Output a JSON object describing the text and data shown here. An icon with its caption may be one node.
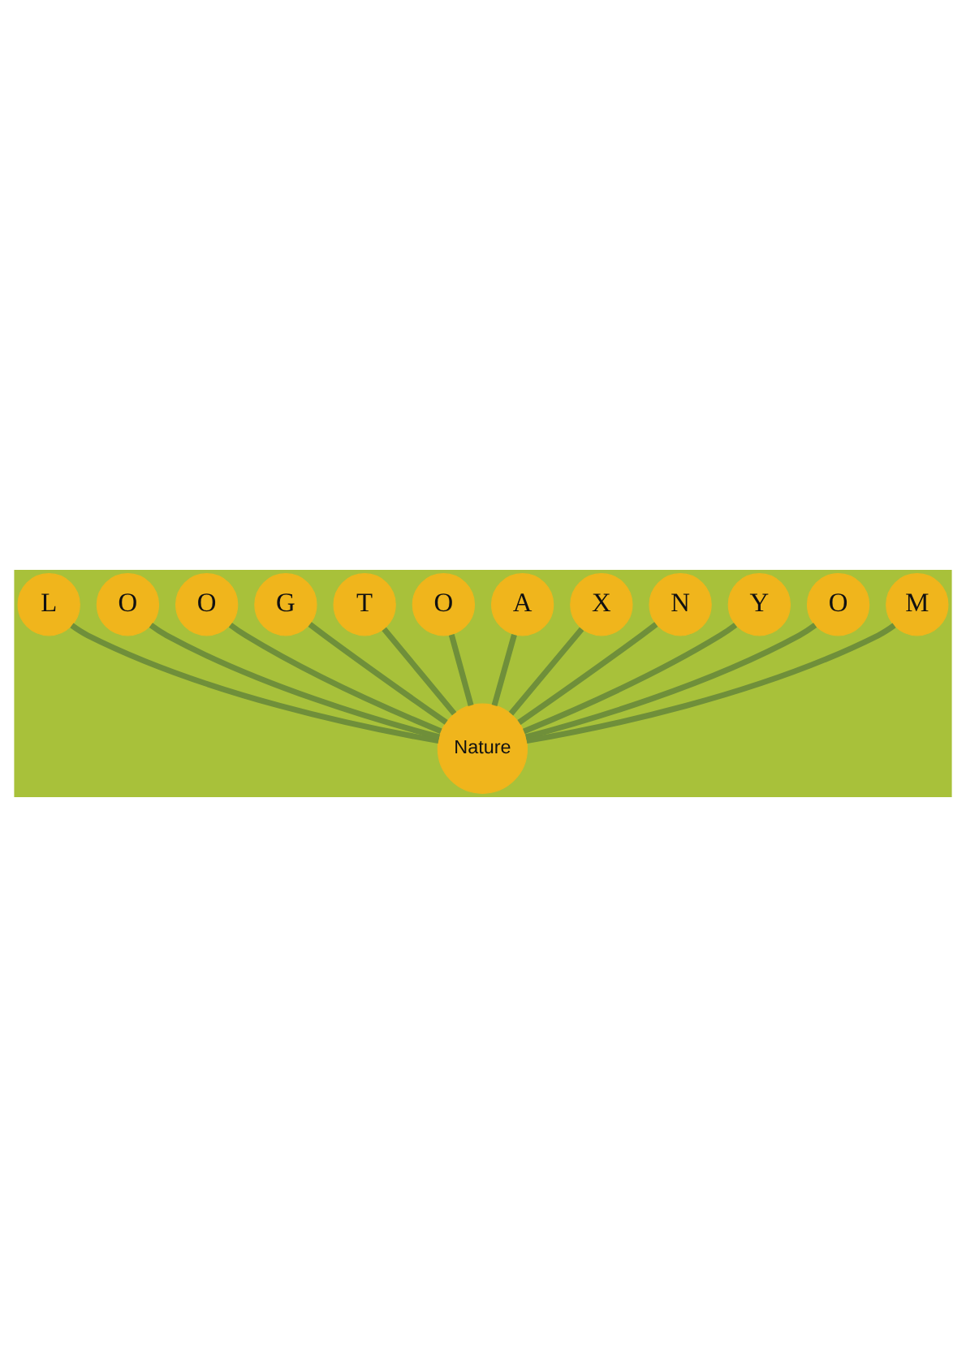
{
  "diagram": {
    "nodes": [
      {
        "text": [
          "L"
        ]
      },
      {
        "text": [
          "O"
        ]
      },
      {
        "text": [
          "O"
        ]
      },
      {
        "text": [
          "G"
        ]
      },
      {
        "text": [
          "T"
        ]
      },
      {
        "text": [
          "O"
        ]
      },
      {
        "text": [
          "A"
        ]
      },
      {
        "text": [
          "X"
        ]
      },
      {
        "text": [
          "N"
        ]
      },
      {
        "text": [
          "Y"
        ]
      },
      {
        "text": [
          "O"
        ]
      },
      {
        "text": [
          "M"
        ]
      },
      {
        "text": [
          "Nature"
        ]
      }
    ],
    "edges": [
      {
        "from": 0,
        "to": 12,
        "arrow": "none"
      },
      {
        "from": 1,
        "to": 12,
        "arrow": "none"
      },
      {
        "from": 2,
        "to": 12,
        "arrow": "none"
      },
      {
        "from": 3,
        "to": 12,
        "arrow": "none"
      },
      {
        "from": 4,
        "to": 12,
        "arrow": "none"
      },
      {
        "from": 5,
        "to": 12,
        "arrow": "none"
      },
      {
        "from": 6,
        "to": 12,
        "arrow": "none"
      },
      {
        "from": 7,
        "to": 12,
        "arrow": "none"
      },
      {
        "from": 8,
        "to": 12,
        "arrow": "none"
      },
      {
        "from": 9,
        "to": 12,
        "arrow": "none"
      },
      {
        "from": 10,
        "to": 12,
        "arrow": "none"
      },
      {
        "from": 11,
        "to": 12,
        "arrow": "none"
      }
    ]
  }
}
